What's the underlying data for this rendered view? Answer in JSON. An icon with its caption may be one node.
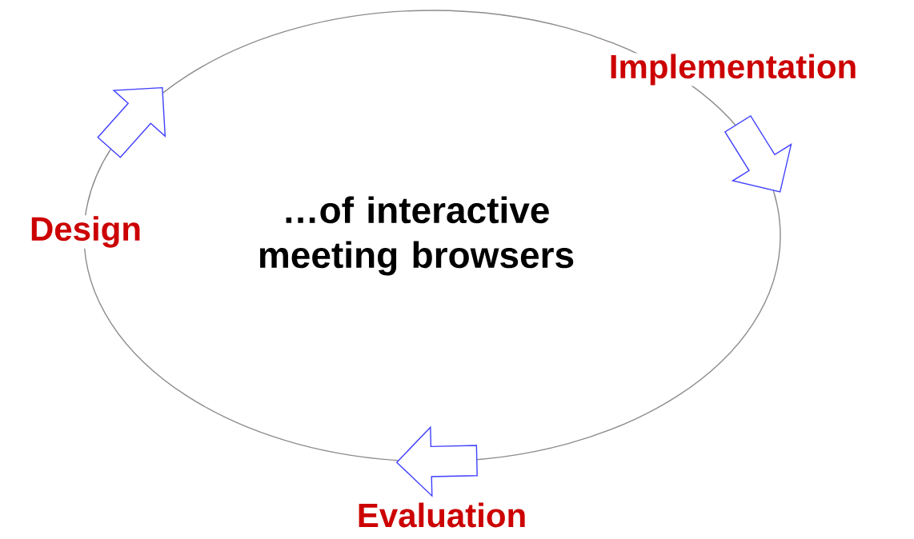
{
  "diagram": {
    "nodes": [
      {
        "text": [
          "Design"
        ]
      },
      {
        "text": [
          "Implementation"
        ]
      },
      {
        "text": [
          "Evaluation"
        ]
      }
    ],
    "labels": [
      "…of interactive meeting browsers"
    ]
  }
}
